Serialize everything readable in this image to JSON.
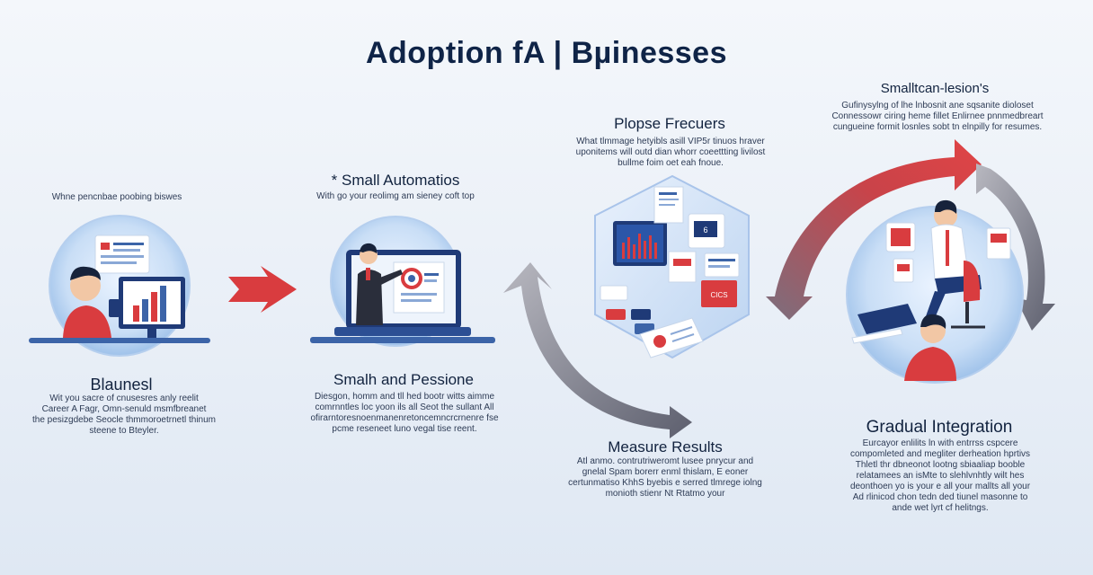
{
  "title": "Adoption fA | Bµinesses",
  "stages": {
    "stage1": {
      "caption": "Whne pencnbae poobing biswes",
      "heading": "Blaunesl",
      "description": "Wit you sacre of cnusesres anly reelit\nCareer A Fagr, Omn-senuld msmfbreanet\nthe pesizgdebe Seocle thmmoroetrnetl thinum\nsteene to Bteyler."
    },
    "stage2": {
      "heading_top": "* Small Automatios",
      "caption": "With go your reolimg am sieney coft top",
      "heading": "Smalh and Pessione",
      "description": "Diesgon, homm and tll hed bootr witts aimme\ncomrnntles loc yoon ils all Seot the sullant All\nofirarntoresnoenmanenretoncemncrcrnenre fse\npcme reseneet luno vegal tise reent."
    },
    "stage3": {
      "heading": "Plopse Frecuers",
      "description": "What tlmmage hetyibls asill VIP5r tinuos hraver\nuponitems will outd dian whorr coeettting livilost\nbullme foim oet eah fnoue."
    },
    "stage4": {
      "heading": "Measure Results",
      "description": "Atl anmo. contrutriweromt lusee pnrycur and\ngnelal Spam borerr enml thislam, E eoner\ncertunmatiso KhhS byebis e serred tlmrege iolng\nmonioth stienr Nt Rtatmo your"
    },
    "stage5": {
      "heading_top": "Smalltcan-lesion's",
      "description_top": "Gufinysylng of lhe lnbosnit ane sqsanite dioloset\nConnessowr ciring heme fillet Enlirnee pnnmedbreart\ncungueine formit losnles sobt tn elnpilly for resumes.",
      "heading": "Gradual Integration",
      "description": "Eurcayor enlilits ln with entrrss cspcere\ncompomleted and megliter derheation hprtivs\nThletl thr dbneonot lootng sbiaaliap booble\nrelatamees an isMte to slehlvnhtly wilt hes\ndeonthoen yo is your e all your mallts all your",
      "footnote": "Ad rlinicod chon tedn ded tiunel masonne to\nande wet lyrt cf helitngs."
    },
    "screen_badges": {
      "b1": "6",
      "b2": "CICS"
    }
  },
  "colors": {
    "accent_red": "#d93c3f",
    "navy": "#1e3a7a",
    "light_blue": "#cfe1f7",
    "grey_arrow": "#7a7c88"
  }
}
